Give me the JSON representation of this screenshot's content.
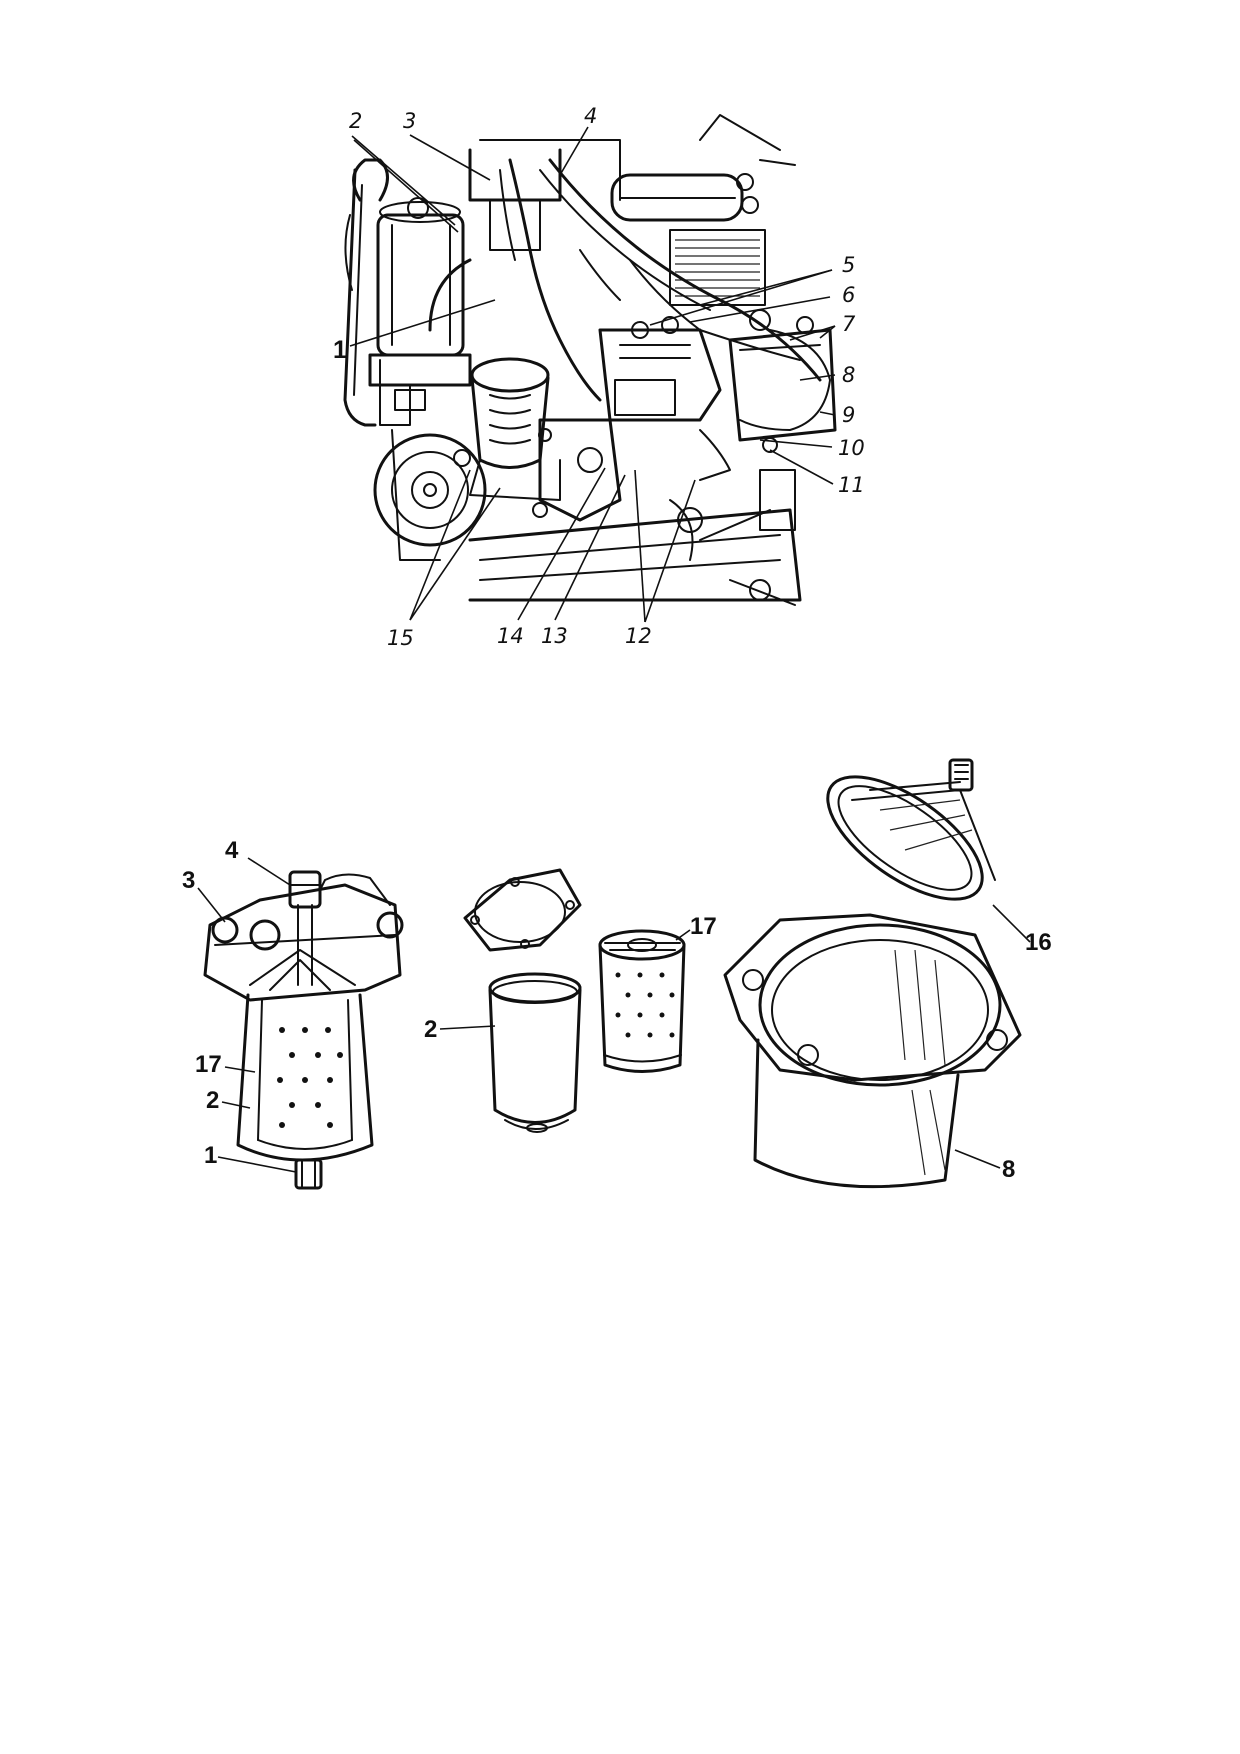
{
  "figure_top": {
    "callouts": [
      "1",
      "2",
      "3",
      "4",
      "5",
      "6",
      "7",
      "8",
      "9",
      "10",
      "11",
      "12",
      "13",
      "14",
      "15"
    ]
  },
  "figure_bottom": {
    "callouts": [
      "4",
      "3",
      "17",
      "2",
      "1",
      "2",
      "17",
      "16",
      "8"
    ]
  }
}
